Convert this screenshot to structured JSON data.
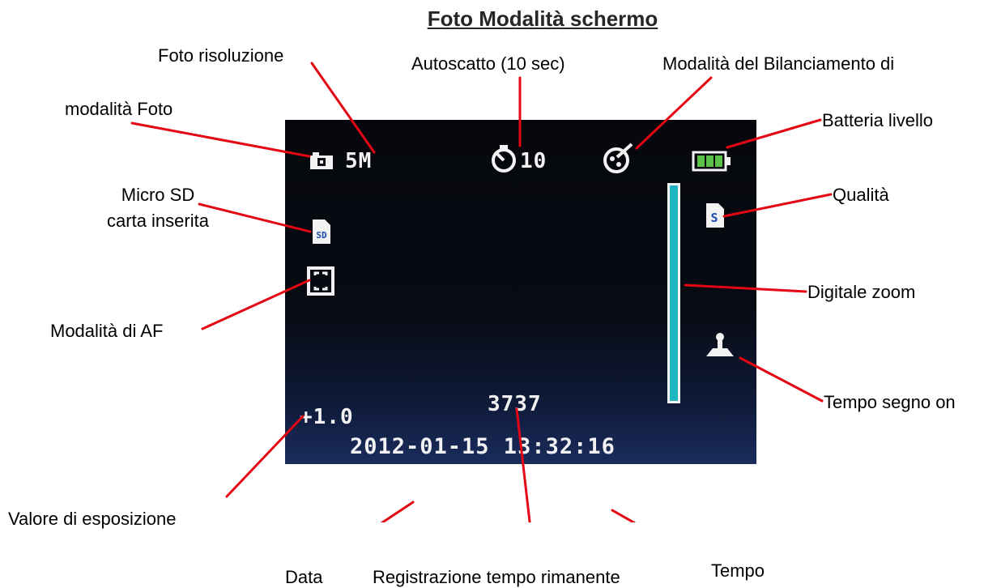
{
  "title": "Foto Modalità schermo",
  "labels": {
    "foto_risoluzione": "Foto risoluzione",
    "autoscatto": "Autoscatto (10 sec)",
    "bilanciamento": "Modalità del Bilanciamento di",
    "modalita_foto": "modalità Foto",
    "batteria": "Batteria livello",
    "micro_sd_line1": "Micro SD",
    "micro_sd_line2": "carta inserita",
    "qualita": "Qualità",
    "digitale_zoom": "Digitale zoom",
    "modalita_af": "Modalità di AF",
    "tempo_segno": "Tempo segno on",
    "valore_esposizione": "Valore di esposizione",
    "data": "Data",
    "registrazione": "Registrazione tempo rimanente",
    "tempo": "Tempo"
  },
  "screen": {
    "resolution": "5M",
    "timer_value": "10",
    "exposure": "+1.0",
    "remaining_shots": "3737",
    "datetime": "2012-01-15 13:32:16",
    "quality_letter": "S",
    "sd_text": "SD",
    "zoom_bar_color": "#20b7c2",
    "battery_color": "#5cc24a"
  },
  "icons": [
    "camera-icon",
    "self-timer-icon",
    "white-balance-icon",
    "battery-icon",
    "sd-card-icon",
    "quality-icon",
    "af-frame-icon",
    "date-stamp-icon"
  ],
  "accent": {
    "pointer_line": "#e30613"
  }
}
